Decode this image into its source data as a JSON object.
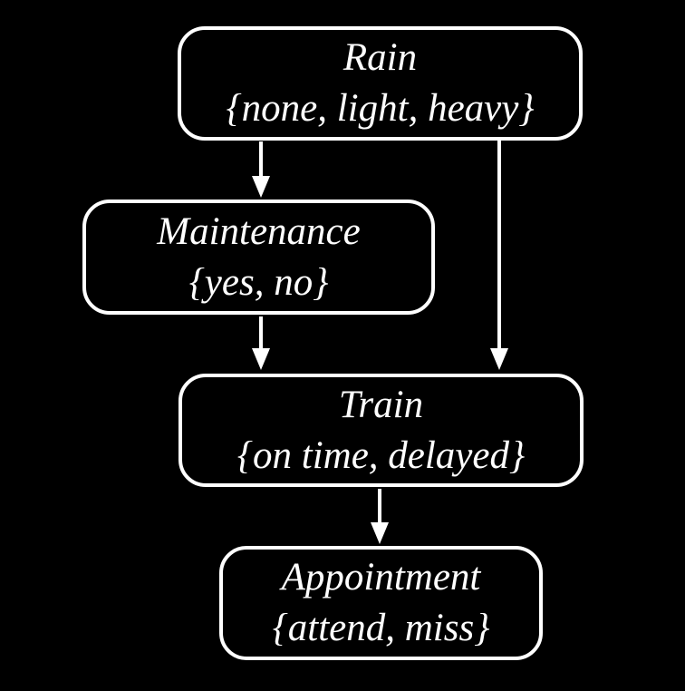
{
  "diagram": {
    "type": "bayesian-network",
    "background_color": "#000000",
    "node_border_color": "#ffffff",
    "text_color": "#ffffff",
    "arrow_color": "#ffffff",
    "nodes": {
      "rain": {
        "label": "Rain",
        "values": "{none, light, heavy}"
      },
      "maintenance": {
        "label": "Maintenance",
        "values": "{yes, no}"
      },
      "train": {
        "label": "Train",
        "values": "{on time, delayed}"
      },
      "appointment": {
        "label": "Appointment",
        "values": "{attend, miss}"
      }
    },
    "edges": [
      {
        "from": "Rain",
        "to": "Maintenance"
      },
      {
        "from": "Rain",
        "to": "Train"
      },
      {
        "from": "Maintenance",
        "to": "Train"
      },
      {
        "from": "Train",
        "to": "Appointment"
      }
    ]
  }
}
